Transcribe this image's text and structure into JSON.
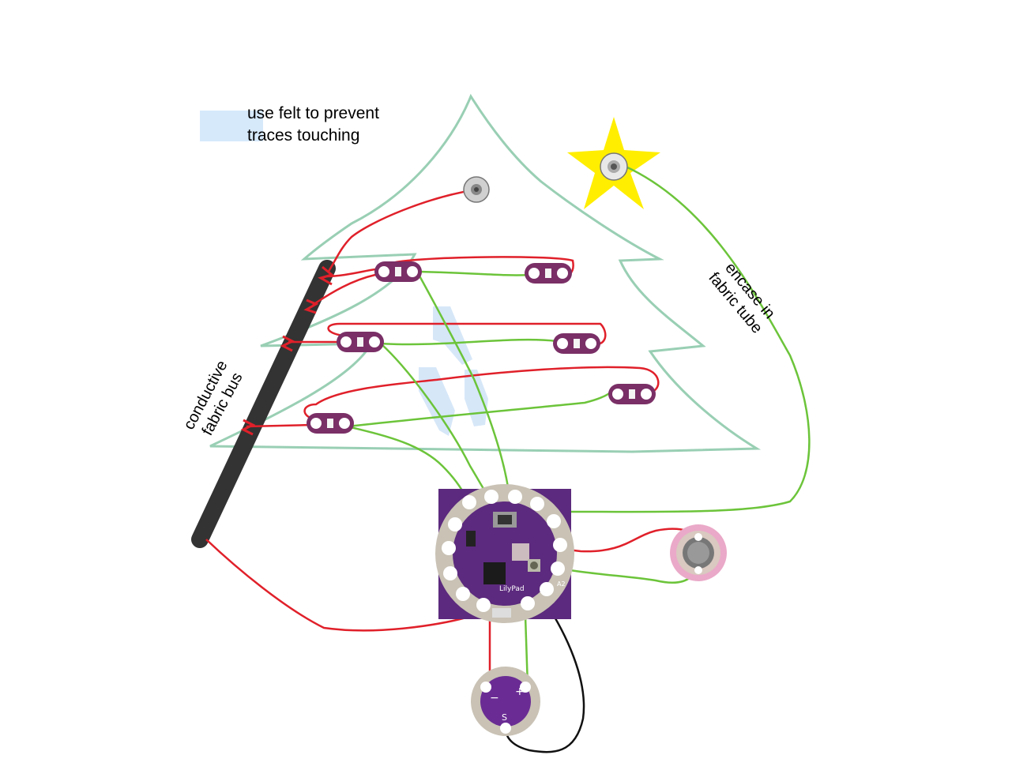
{
  "legend": {
    "line1": "use felt to prevent",
    "line2": "traces touching"
  },
  "bus_label": {
    "line1": "conductive",
    "line2": "fabric bus"
  },
  "tube_label": {
    "line1": "encase in",
    "line2": "fabric tube"
  },
  "buzzer_marks": {
    "minus": "−",
    "plus": "+",
    "s": "S"
  },
  "board_text": {
    "a2": "A2",
    "brand": "LilyPad"
  },
  "colors": {
    "tree_outline": "#99cfb4",
    "positive_trace": "#e0202a",
    "negative_trace": "#6cc43a",
    "bus": "#333333",
    "felt": "#cfe3f7",
    "star": "#ffee00",
    "board": "#5c2a7e",
    "black_wire": "#111111"
  },
  "icons": [
    "tree-outline",
    "star-icon",
    "snap-icon",
    "led-icon",
    "lilypad-board",
    "temperature-sensor",
    "buzzer-board"
  ]
}
